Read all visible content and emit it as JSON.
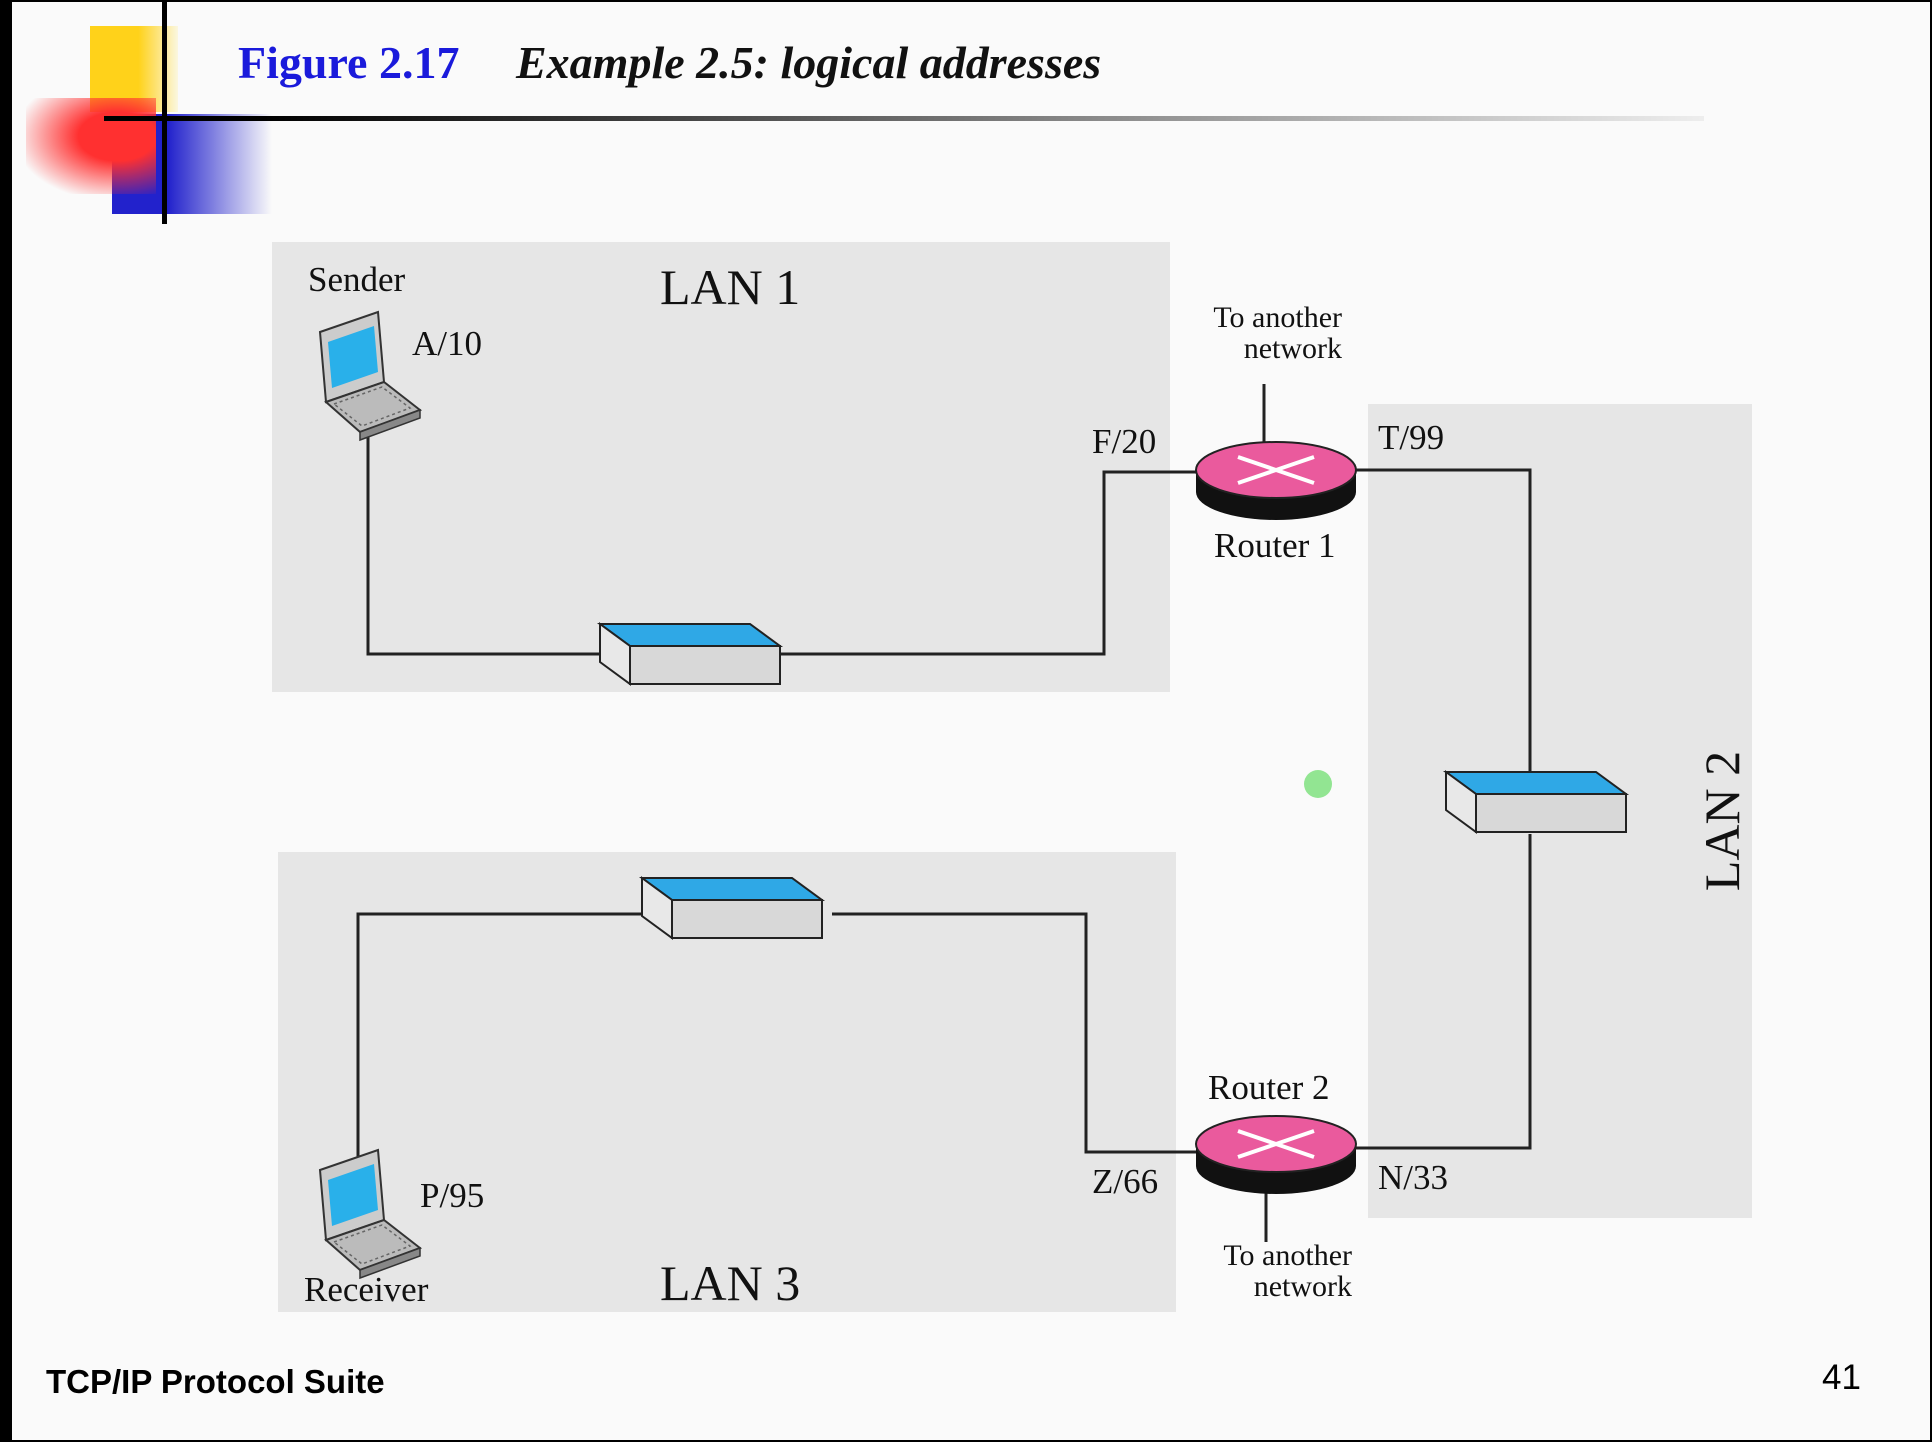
{
  "header": {
    "figure_number": "Figure 2.17",
    "title": "Example 2.5: logical addresses"
  },
  "diagram": {
    "lan1": {
      "label": "LAN 1"
    },
    "lan2": {
      "label": "LAN 2"
    },
    "lan3": {
      "label": "LAN 3"
    },
    "sender": {
      "label": "Sender",
      "address": "A/10"
    },
    "receiver": {
      "label": "Receiver",
      "address": "P/95"
    },
    "router1": {
      "label": "Router 1",
      "address_lan1": "F/20",
      "address_lan2": "T/99",
      "uplink_label": "To another network"
    },
    "router2": {
      "label": "Router 2",
      "address_lan3": "Z/66",
      "address_lan2": "N/33",
      "uplink_label": "To another network"
    }
  },
  "colors": {
    "title_blue": "#1a1adb",
    "router_pink": "#ea5a9d",
    "switch_blue": "#2fa8e6",
    "lan_background": "#e6e6e6",
    "pointer_green": "#7fe07f"
  },
  "footer": {
    "left_text": "TCP/IP Protocol Suite",
    "page_number": "41"
  }
}
